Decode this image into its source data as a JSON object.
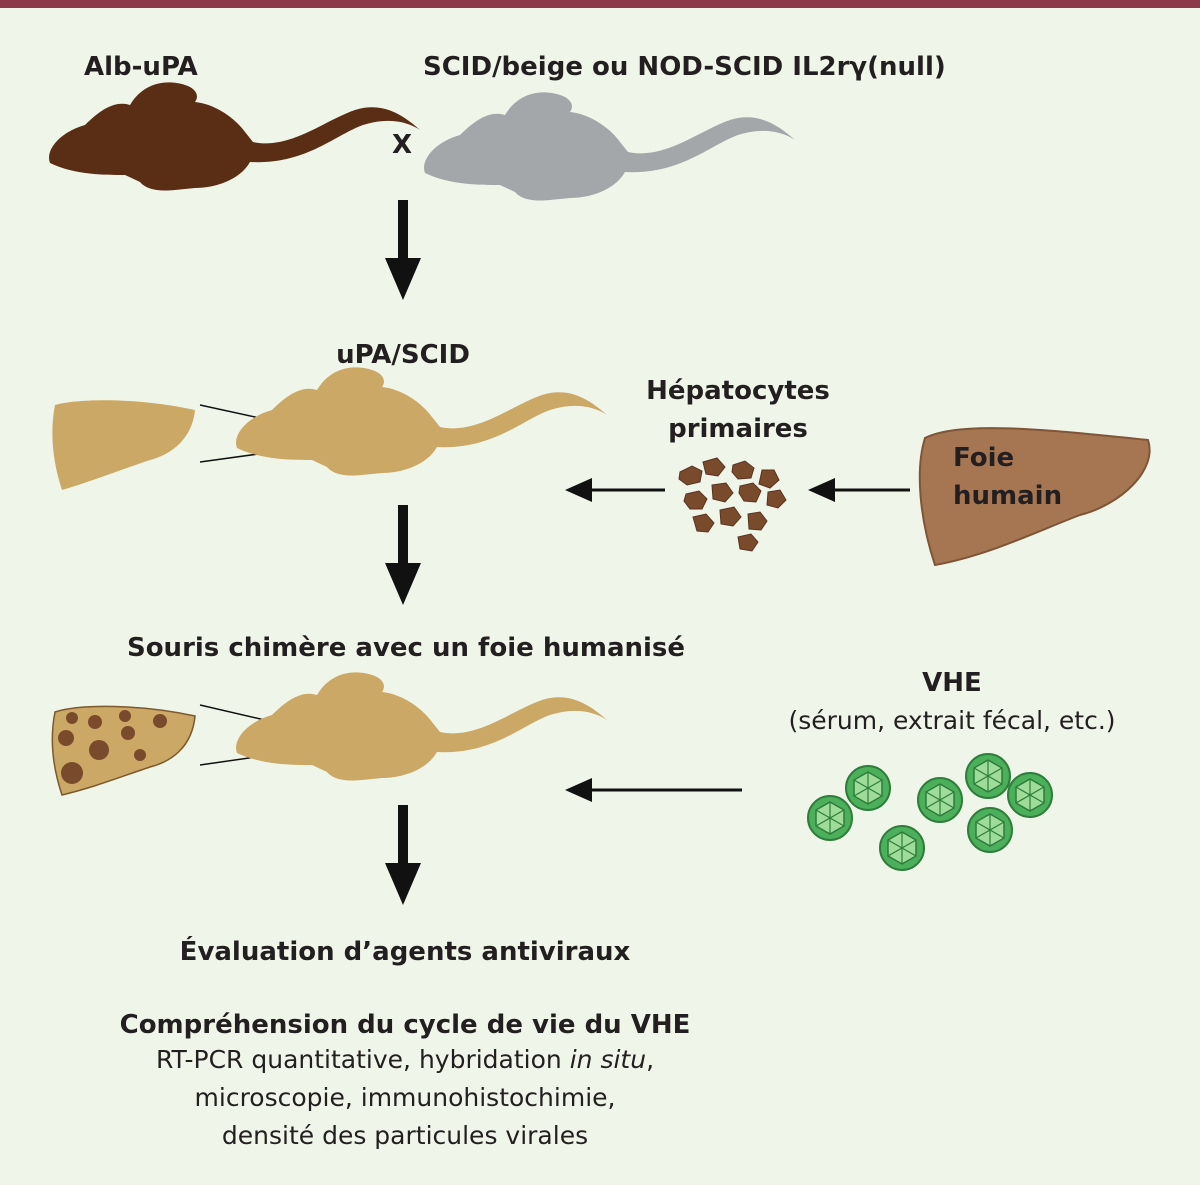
{
  "labels": {
    "alb_upa": "Alb-uPA",
    "scid_strains": "SCID/beige ou NOD-SCID IL2rγ(null)",
    "cross": "X",
    "upa_scid": "uPA/SCID",
    "hepatocytes_1": "Hépatocytes",
    "hepatocytes_2": "primaires",
    "foie_1": "Foie",
    "foie_2": "humain",
    "chimere": "Souris chimère avec un foie humanisé",
    "vhe": "VHE",
    "vhe_sources": "(sérum, extrait fécal, etc.)",
    "evaluation": "Évaluation d’agents antiviraux",
    "comprehension": "Compréhension du cycle de vie du VHE",
    "methods_1a": "RT-PCR quantitative, hybridation ",
    "methods_1b": "in situ",
    "methods_1c": ",",
    "methods_2": "microscopie, immunohistochimie,",
    "methods_3": "densité des particules virales"
  },
  "colors": {
    "background": "#f0f5e9",
    "top_border": "#8c3a4a",
    "dark_mouse": "#5a2e14",
    "grey_mouse": "#a3a7aa",
    "tan": "#cca866",
    "human_liver": "#a67652",
    "spots": "#7a4a2c",
    "virus": "#4caf5c",
    "arrow": "#111111"
  }
}
